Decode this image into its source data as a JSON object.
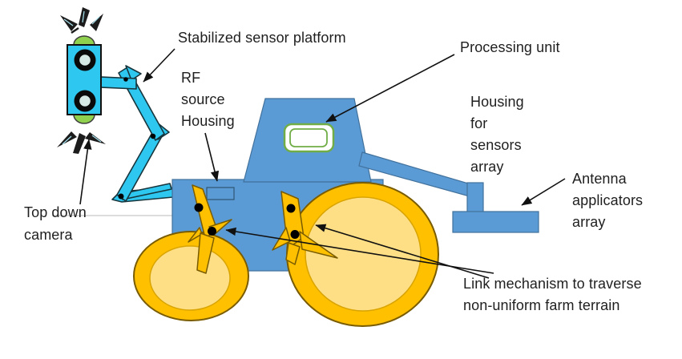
{
  "figure": {
    "type": "labeled-diagram",
    "subject": "agricultural sensing robot / tractor with stabilized sensor arm",
    "labels": {
      "stabilized_platform": "Stabilized sensor platform",
      "processing_unit": "Processing unit",
      "rf_source_housing": {
        "lines": [
          "RF",
          "source",
          "Housing"
        ]
      },
      "housing_sensors": {
        "lines": [
          "Housing",
          "for",
          "sensors",
          "array"
        ]
      },
      "antenna_array": {
        "lines": [
          "Antenna",
          "applicators",
          "array"
        ]
      },
      "top_down_camera": {
        "lines": [
          "Top down",
          "camera"
        ]
      },
      "link_mechanism": {
        "lines": [
          "Link mechanism to traverse",
          "non-uniform farm terrain"
        ]
      }
    },
    "colors": {
      "body_blue": "#5B9BD5",
      "body_outline": "#41719C",
      "arm_cyan": "#2EC7F0",
      "wheel_orange": "#FFC000",
      "wheel_inner_yellow": "#FFDF85",
      "wheel_outline": "#7A5C00",
      "window_green": "#70AD47",
      "camera_mount_green": "#8FD14F",
      "lens_inner": "#D6E9E4",
      "leader_line": "#111111",
      "label_text": "#1F1F1F",
      "divider_gray": "#D0D0D0"
    }
  }
}
